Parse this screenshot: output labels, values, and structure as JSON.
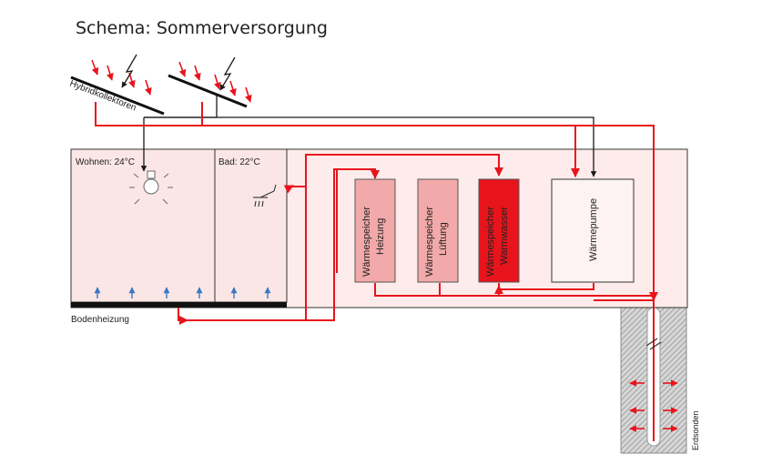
{
  "title": "Schema: Sommerversorgung",
  "labels": {
    "collector": "Hybridkollektoren",
    "room_living": "Wohnen: 24°C",
    "room_bath": "Bad: 22°C",
    "floor_heating": "Bodenheizung",
    "storage_heating_1": "Wärmespeicher",
    "storage_heating_2": "Heizung",
    "storage_ventilation_1": "Wärmespeicher",
    "storage_ventilation_2": "Lüftung",
    "storage_hotwater_1": "Wärmespeicher",
    "storage_hotwater_2": "Warmwasser",
    "heat_pump": "Wärmepumpe",
    "ground_probes": "Erdsonden"
  },
  "colors": {
    "hot_line": "#e8141c",
    "electric_line": "#1a1a1a",
    "house_fill": "#fdeceb",
    "storage_heating": "#f2a9a9",
    "storage_ventilation": "#f2a9a9",
    "storage_hotwater": "#e8141c",
    "heat_pump_fill": "#fdf3f3",
    "ground_fill": "#d9d9d9",
    "floor_arrow": "#3b78c4"
  }
}
